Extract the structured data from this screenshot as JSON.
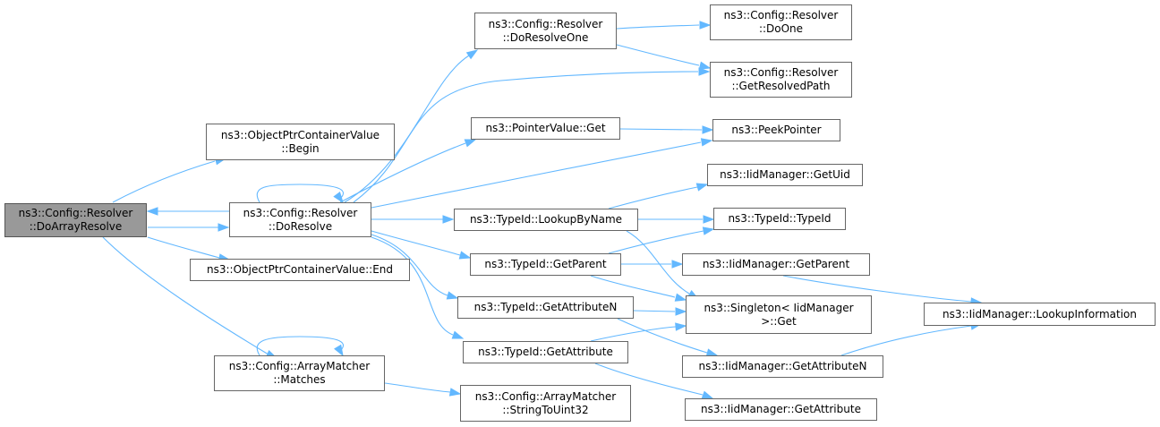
{
  "colors": {
    "edge": "#63B8FF",
    "node_border": "#666666",
    "root_fill": "#999999"
  },
  "nodes": {
    "doArrayResolve": {
      "line1": "ns3::Config::Resolver",
      "line2": "::DoArrayResolve"
    },
    "begin": {
      "line1": "ns3::ObjectPtrContainerValue",
      "line2": "::Begin"
    },
    "doResolve": {
      "line1": "ns3::Config::Resolver",
      "line2": "::DoResolve"
    },
    "end": {
      "line1": "ns3::ObjectPtrContainerValue::End"
    },
    "matches": {
      "line1": "ns3::Config::ArrayMatcher",
      "line2": "::Matches"
    },
    "doResolveOne": {
      "line1": "ns3::Config::Resolver",
      "line2": "::DoResolveOne"
    },
    "pointerGet": {
      "line1": "ns3::PointerValue::Get"
    },
    "lookupByName": {
      "line1": "ns3::TypeId::LookupByName"
    },
    "getParent": {
      "line1": "ns3::TypeId::GetParent"
    },
    "getAttributeN": {
      "line1": "ns3::TypeId::GetAttributeN"
    },
    "getAttribute": {
      "line1": "ns3::TypeId::GetAttribute"
    },
    "stringToUint32": {
      "line1": "ns3::Config::ArrayMatcher",
      "line2": "::StringToUint32"
    },
    "doOne": {
      "line1": "ns3::Config::Resolver",
      "line2": "::DoOne"
    },
    "getResolvedPath": {
      "line1": "ns3::Config::Resolver",
      "line2": "::GetResolvedPath"
    },
    "peekPointer": {
      "line1": "ns3::PeekPointer"
    },
    "iidGetUid": {
      "line1": "ns3::IidManager::GetUid"
    },
    "typeIdCtor": {
      "line1": "ns3::TypeId::TypeId"
    },
    "iidGetParent": {
      "line1": "ns3::IidManager::GetParent"
    },
    "singletonGet": {
      "line1": "ns3::Singleton< IidManager",
      "line2": ">::Get"
    },
    "iidGetAttributeN": {
      "line1": "ns3::IidManager::GetAttributeN"
    },
    "iidGetAttribute": {
      "line1": "ns3::IidManager::GetAttribute"
    },
    "lookupInformation": {
      "line1": "ns3::IidManager::LookupInformation"
    }
  }
}
